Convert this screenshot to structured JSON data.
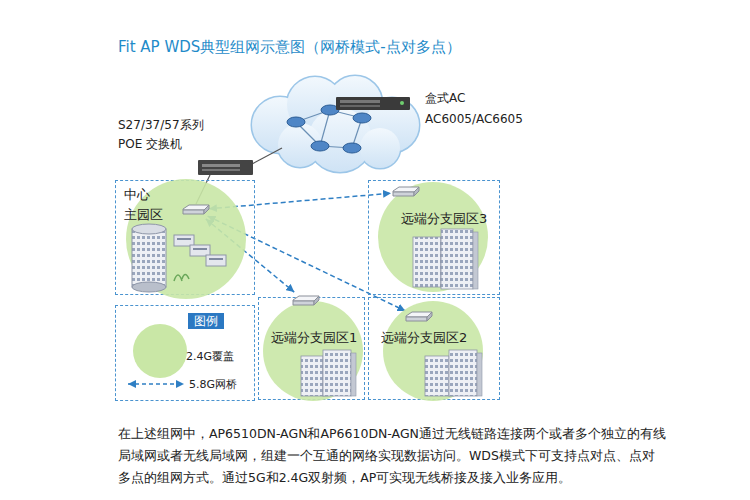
{
  "diagram": {
    "title": "Fit AP WDS典型组网示意图（网桥模式-点对多点）",
    "caption": "在上述组网中，AP6510DN-AGN和AP6610DN-AGN通过无线链路连接两个或者多个独立的有线局域网或者无线局域网，组建一个互通的网络实现数据访问。WDS模式下可支持点对点、点对多点的组网方式。通过5G和2.4G双射频，AP可实现无线桥接及接入业务应用。",
    "nodes": [
      {
        "text": [
          "中心",
          "主园区"
        ]
      },
      {
        "text": [
          "远端分支园区3"
        ]
      },
      {
        "text": [
          "远端分支园区1"
        ]
      },
      {
        "text": [
          "远端分支园区2"
        ]
      }
    ],
    "edges": [
      {
        "from": 0,
        "to": 1,
        "arrow": "both"
      },
      {
        "from": 0,
        "to": 2,
        "arrow": "both"
      },
      {
        "from": 0,
        "to": 3,
        "arrow": "both"
      }
    ],
    "labels": [
      "S27/37/57系列",
      "POE 交换机",
      "盒式AC",
      "AC6005/AC6605",
      "图例"
    ],
    "legend": [
      {
        "text": "2.4G覆盖",
        "color": "#c9e7a6"
      },
      {
        "text": "5.8G网桥"
      }
    ]
  }
}
